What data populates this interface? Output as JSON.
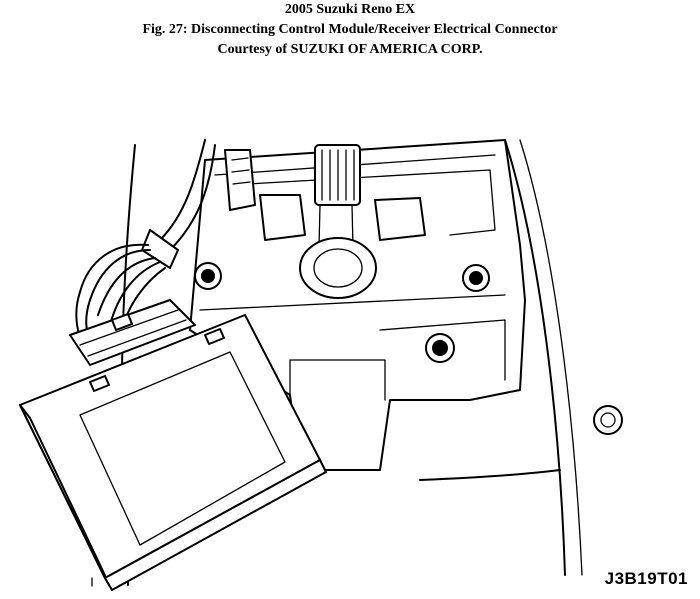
{
  "header": {
    "vehicle": "2005 Suzuki Reno EX",
    "figure_title": "Fig. 27: Disconnecting Control Module/Receiver Electrical Connector",
    "courtesy": "Courtesy of SUZUKI OF AMERICA CORP."
  },
  "figure": {
    "code": "J3B19T01"
  }
}
